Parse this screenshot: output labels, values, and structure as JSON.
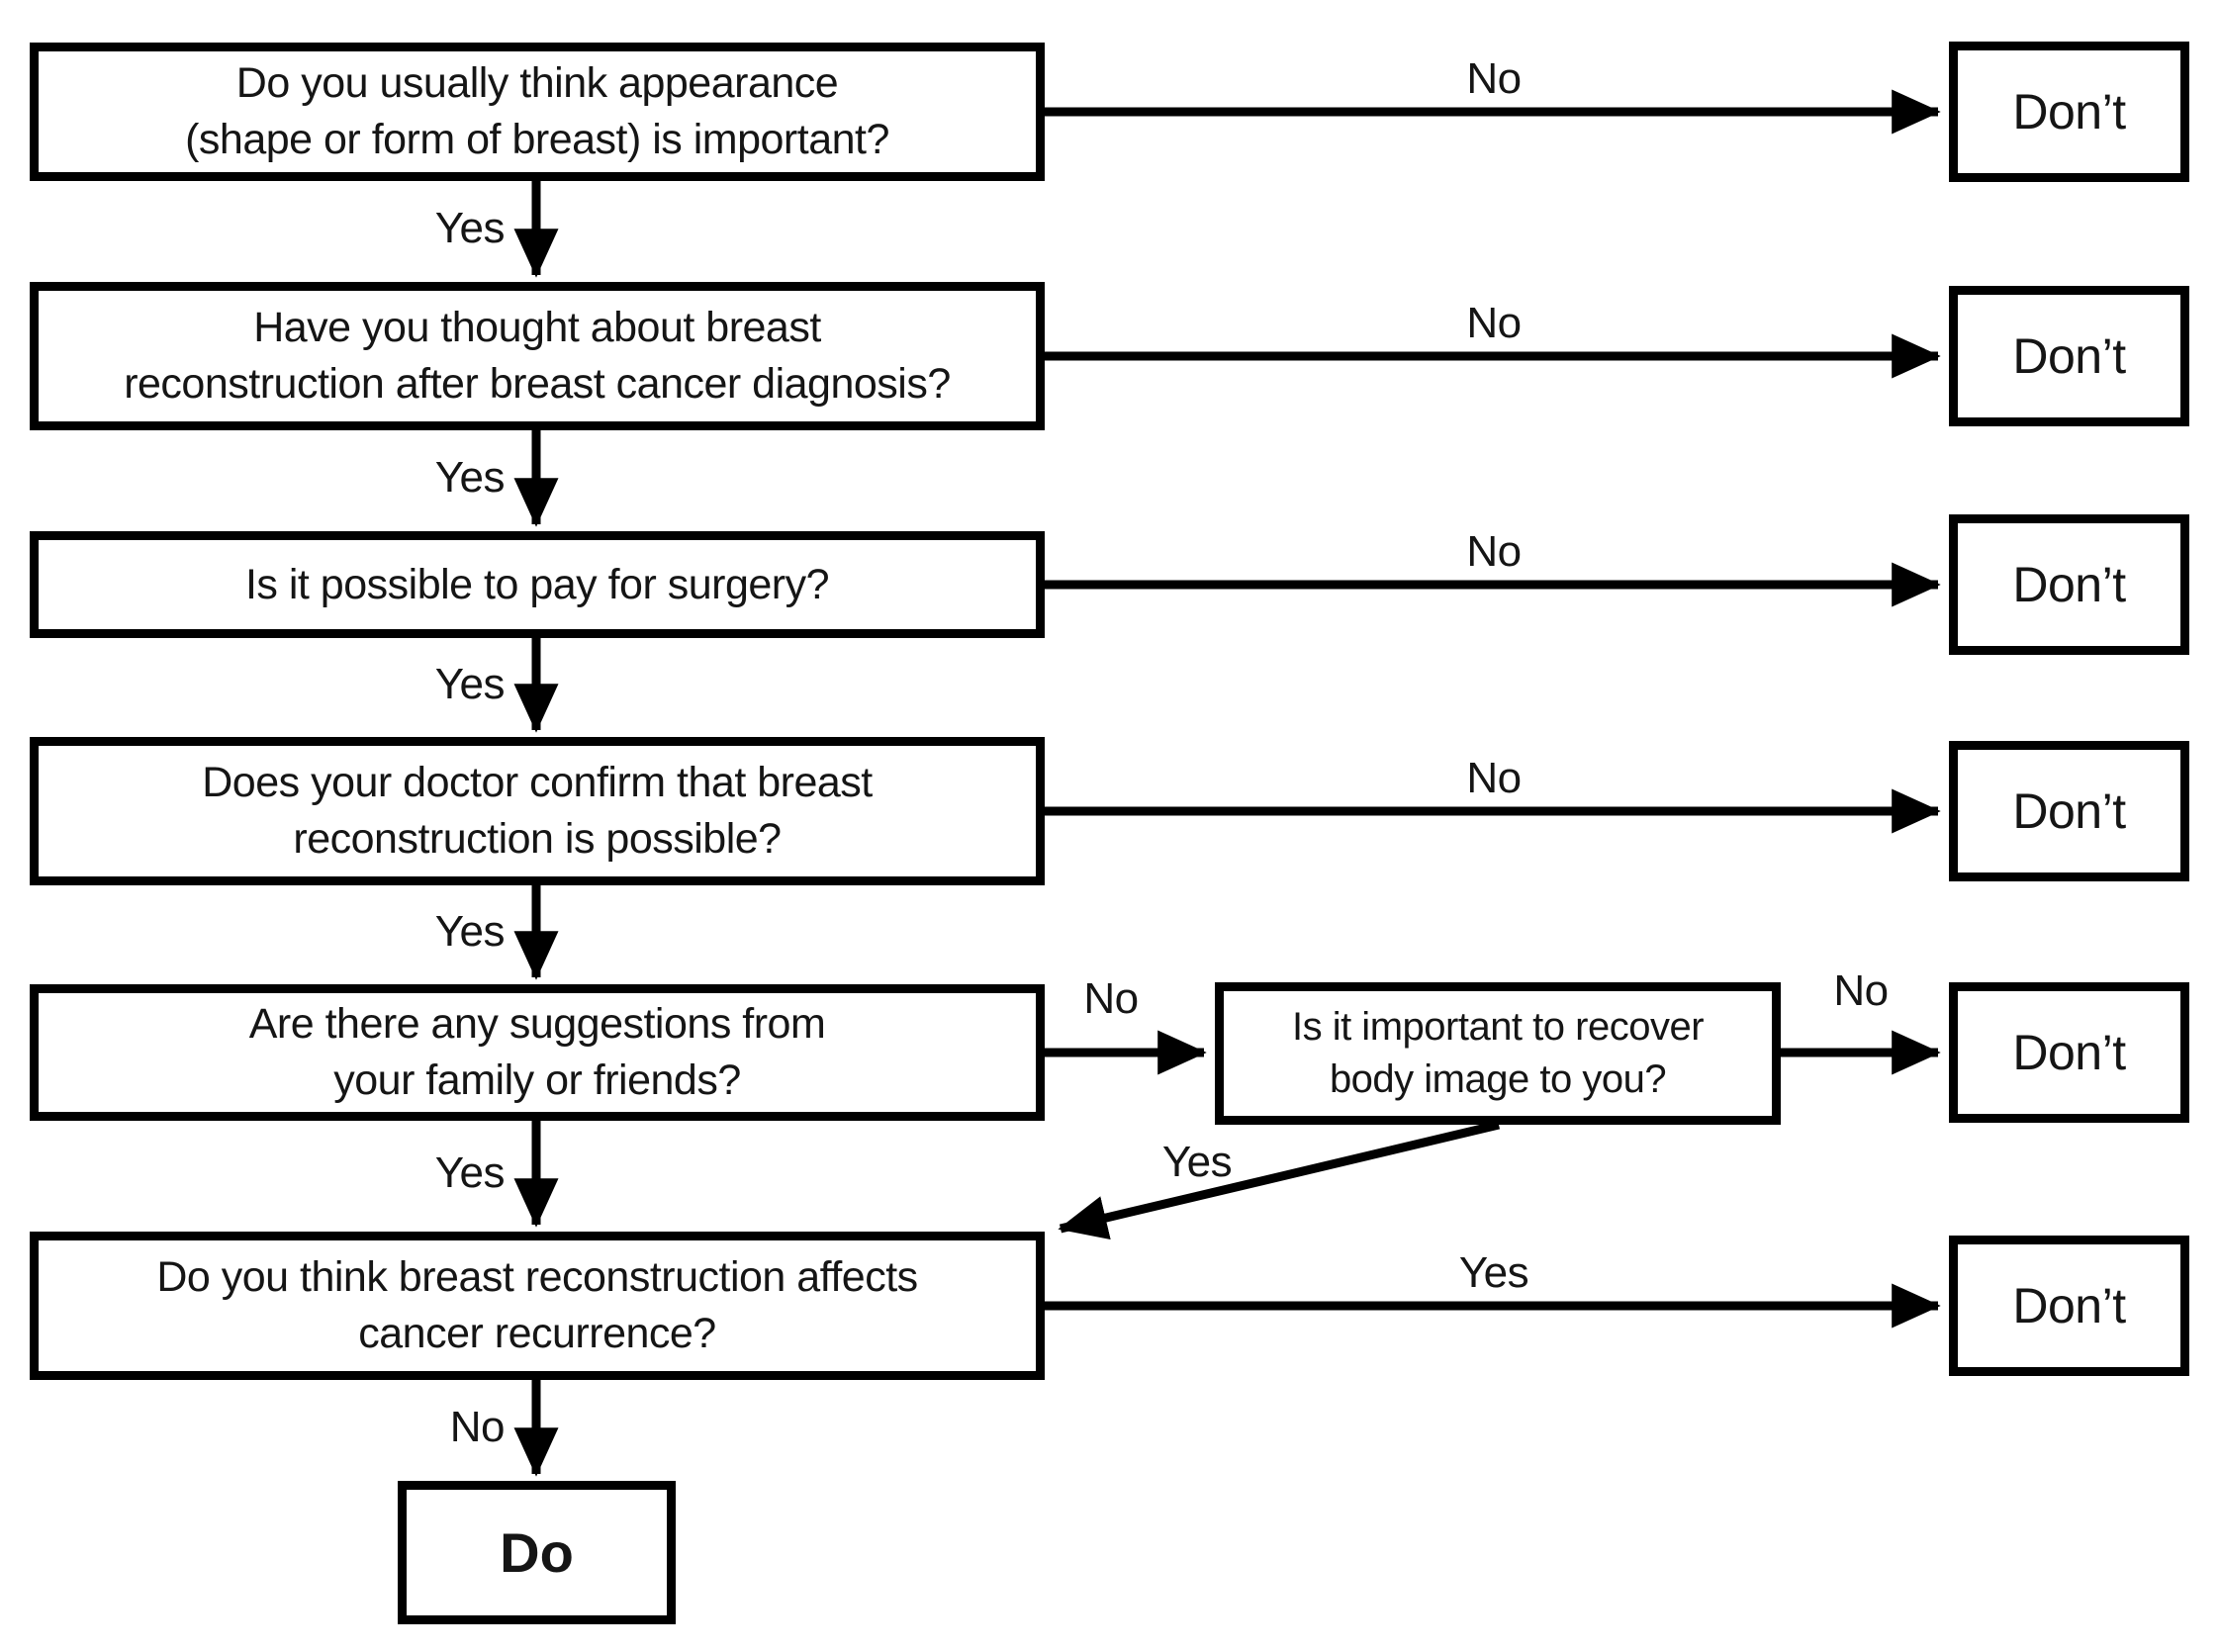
{
  "flowchart": {
    "background": "#ffffff",
    "line_color": "#000000",
    "questions": {
      "q1": {
        "lines": [
          "Do you usually think appearance",
          "(shape or form of breast) is important?"
        ]
      },
      "q2": {
        "lines": [
          "Have you thought about breast",
          "reconstruction after breast cancer diagnosis?"
        ]
      },
      "q3": {
        "lines": [
          "Is it possible to pay for surgery?"
        ]
      },
      "q4": {
        "lines": [
          "Does your doctor confirm that breast",
          "reconstruction is possible?"
        ]
      },
      "q5": {
        "lines": [
          "Are there any suggestions from",
          "your family or friends?"
        ]
      },
      "q6": {
        "lines": [
          "Do you think breast reconstruction affects",
          "cancer recurrence?"
        ]
      },
      "recover": {
        "lines": [
          "Is it important to recover",
          "body image to you?"
        ]
      }
    },
    "outcomes": {
      "dont": "Don’t",
      "do": "Do"
    },
    "edge_labels": {
      "q1_no": "No",
      "q1_yes": "Yes",
      "q2_no": "No",
      "q2_yes": "Yes",
      "q3_no": "No",
      "q3_yes": "Yes",
      "q4_no": "No",
      "q4_yes": "Yes",
      "q5_no": "No",
      "q5_yes": "Yes",
      "recover_no": "No",
      "recover_yes": "Yes",
      "q6_yes": "Yes",
      "q6_no": "No"
    }
  }
}
